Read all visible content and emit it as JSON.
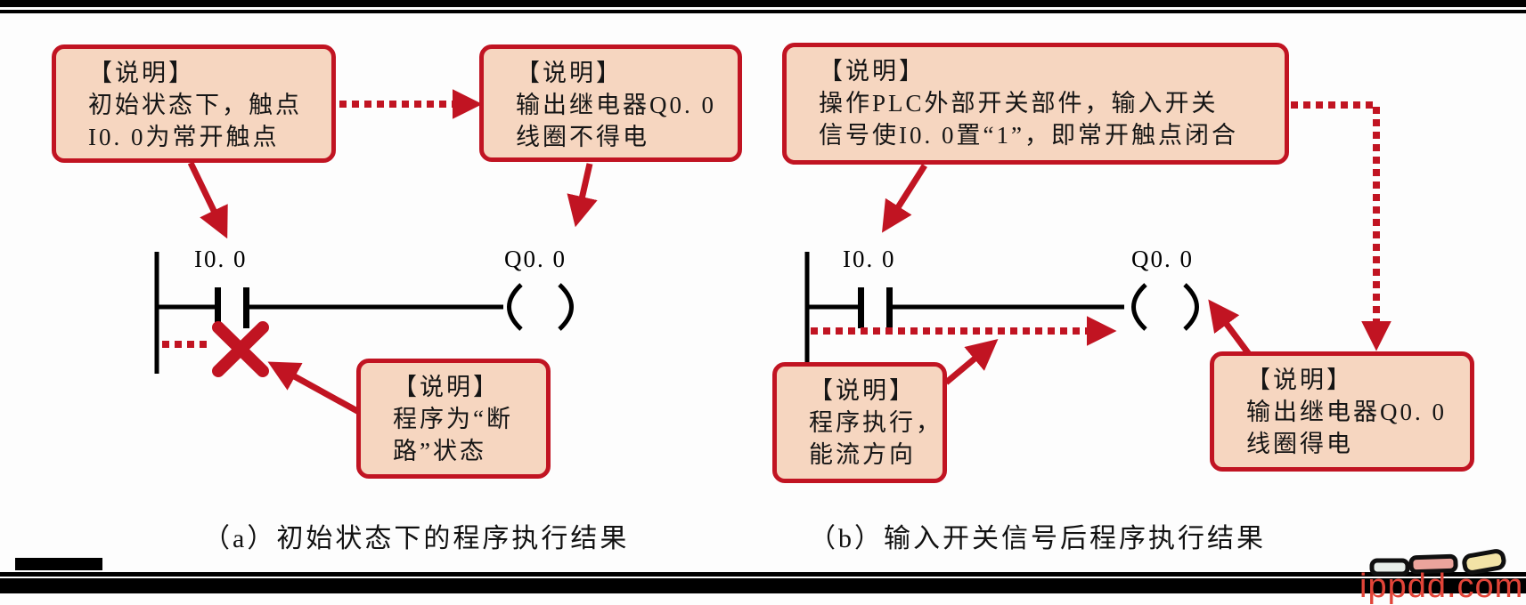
{
  "colors": {
    "accent_red": "#c11422",
    "callout_fill": "#f6d6c0",
    "line_black": "#000000",
    "watermark_red": "#e14438"
  },
  "callouts": {
    "a_contact": {
      "title": "【说明】",
      "line1": "初始状态下，触点",
      "line2": "I0. 0为常开触点"
    },
    "a_coil": {
      "title": "【说明】",
      "line1": "输出继电器Q0. 0",
      "line2": "线圈不得电"
    },
    "b_input": {
      "title": "【说明】",
      "line1": "操作PLC外部开关部件，输入开关",
      "line2": "信号使I0. 0置“1”，即常开触点闭合"
    },
    "a_open": {
      "title": "【说明】",
      "line1": "程序为“断",
      "line2": "路”状态"
    },
    "b_flow": {
      "title": "【说明】",
      "line1": "程序执行，",
      "line2": "能流方向"
    },
    "b_coil_on": {
      "title": "【说明】",
      "line1": "输出继电器Q0. 0",
      "line2": "线圈得电"
    }
  },
  "ladder_a": {
    "contact_label": "I0. 0",
    "coil_label": "Q0. 0",
    "caption": "（a）初始状态下的程序执行结果"
  },
  "ladder_b": {
    "contact_label": "I0. 0",
    "coil_label": "Q0. 0",
    "caption": "（b）输入开关信号后程序执行结果"
  },
  "watermark": {
    "text": "ippdd.com"
  }
}
